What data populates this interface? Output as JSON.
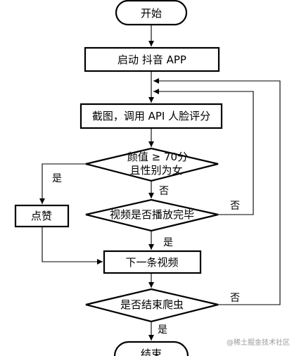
{
  "nodes": {
    "start": "开始",
    "launch": "启动 抖音 APP",
    "screenshot": "截图，调用 API 人脸评分",
    "check_line1": "颜值 ≥ 70分",
    "check_line2": "且性别为女",
    "like": "点赞",
    "video_done": "视频是否播放完毕",
    "next_video": "下一条视频",
    "end_crawl": "是否结束爬虫",
    "end": "结束"
  },
  "edges": {
    "check_yes": "是",
    "check_no": "否",
    "video_no": "否",
    "video_yes": "是",
    "end_no": "否",
    "end_yes": "是"
  },
  "watermark": "@稀土掘金技术社区"
}
